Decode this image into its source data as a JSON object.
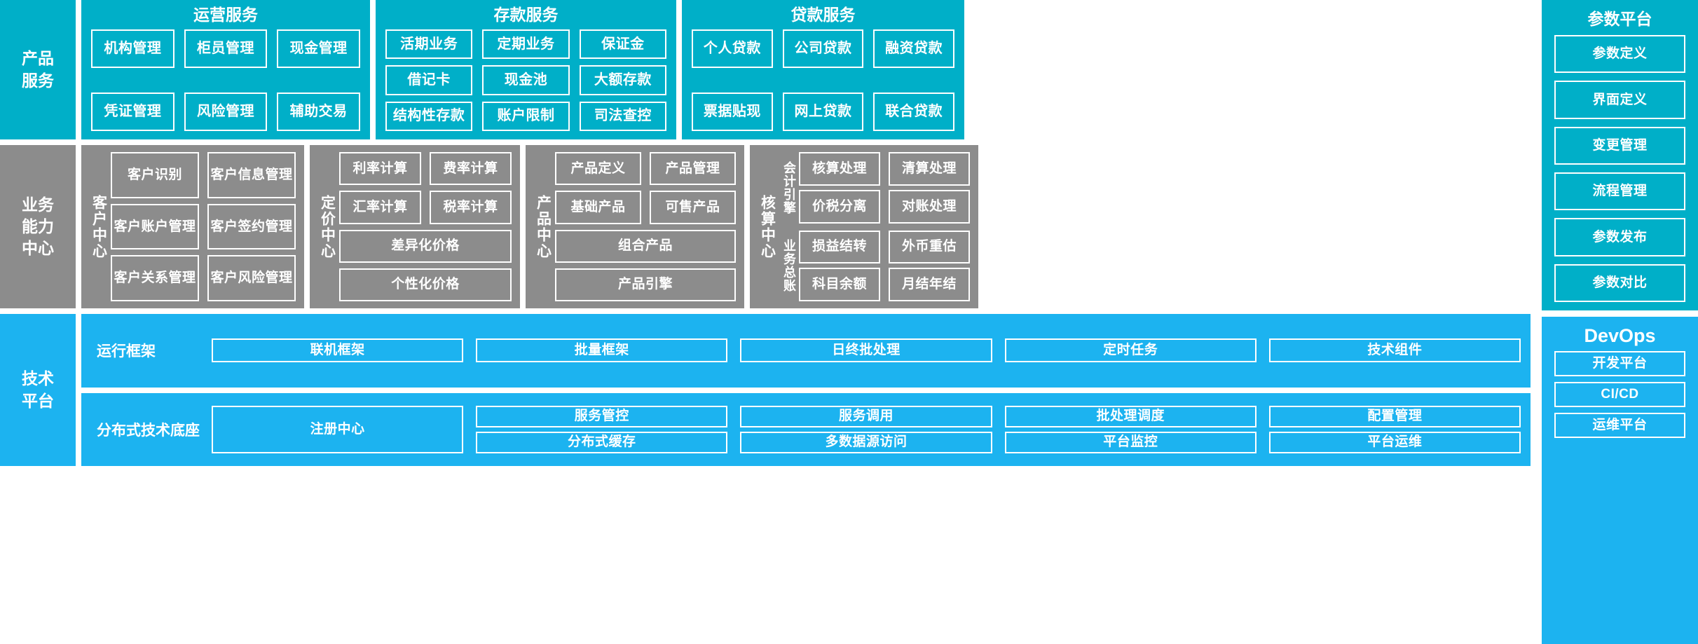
{
  "layers": {
    "product_service": "产品\n服务",
    "business_capability": "业务\n能力\n中心",
    "technology_platform": "技术\n平台"
  },
  "service_groups": [
    {
      "title": "运营服务",
      "items": [
        "机构管理",
        "柜员管理",
        "现金管理",
        "凭证管理",
        "风险管理",
        "辅助交易"
      ]
    },
    {
      "title": "存款服务",
      "items": [
        "活期业务",
        "定期业务",
        "保证金",
        "借记卡",
        "现金池",
        "大额存款",
        "结构性存款",
        "账户限制",
        "司法查控"
      ]
    },
    {
      "title": "贷款服务",
      "items": [
        "个人贷款",
        "公司贷款",
        "融资贷款",
        "票据贴现",
        "网上贷款",
        "联合贷款"
      ]
    }
  ],
  "param_platform": {
    "title": "参数平台",
    "items": [
      "参数定义",
      "界面定义",
      "变更管理",
      "流程管理",
      "参数发布",
      "参数对比"
    ]
  },
  "devops": {
    "title": "DevOps",
    "items": [
      "开发平台",
      "CI/CD",
      "运维平台"
    ]
  },
  "capability_centers": [
    {
      "label": "客户中心",
      "items": [
        "客户识别",
        "客户信息管理",
        "客户账户管理",
        "客户签约管理",
        "客户关系管理",
        "客户风险管理"
      ]
    },
    {
      "label": "定价中心",
      "items": [
        "利率计算",
        "费率计算",
        "汇率计算",
        "税率计算",
        "差异化价格",
        "个性化价格"
      ]
    },
    {
      "label": "产品中心",
      "items": [
        "产品定义",
        "产品管理",
        "基础产品",
        "可售产品",
        "组合产品",
        "产品引擎"
      ]
    },
    {
      "label": "核算中心",
      "sub_groups": [
        {
          "label": "会计引擎",
          "items": [
            "核算处理",
            "清算处理",
            "价税分离",
            "对账处理"
          ]
        },
        {
          "label": "业务总账",
          "items": [
            "损益结转",
            "外币重估",
            "科目余额",
            "月结年结"
          ]
        }
      ]
    }
  ],
  "tech_rows": [
    {
      "label": "运行框架",
      "items": [
        "联机框架",
        "批量框架",
        "日终批处理",
        "定时任务",
        "技术组件"
      ]
    },
    {
      "label": "分布式技术底座",
      "primary": "注册中心",
      "pairs": [
        [
          "服务管控",
          "分布式缓存"
        ],
        [
          "服务调用",
          "多数据源访问"
        ],
        [
          "批处理调度",
          "平台监控"
        ],
        [
          "配置管理",
          "平台运维"
        ]
      ]
    }
  ],
  "colors": {
    "teal": "#00AFC8",
    "gray": "#8C8C8C",
    "blue": "#1CB3F0",
    "border": "#FFFFFF"
  }
}
